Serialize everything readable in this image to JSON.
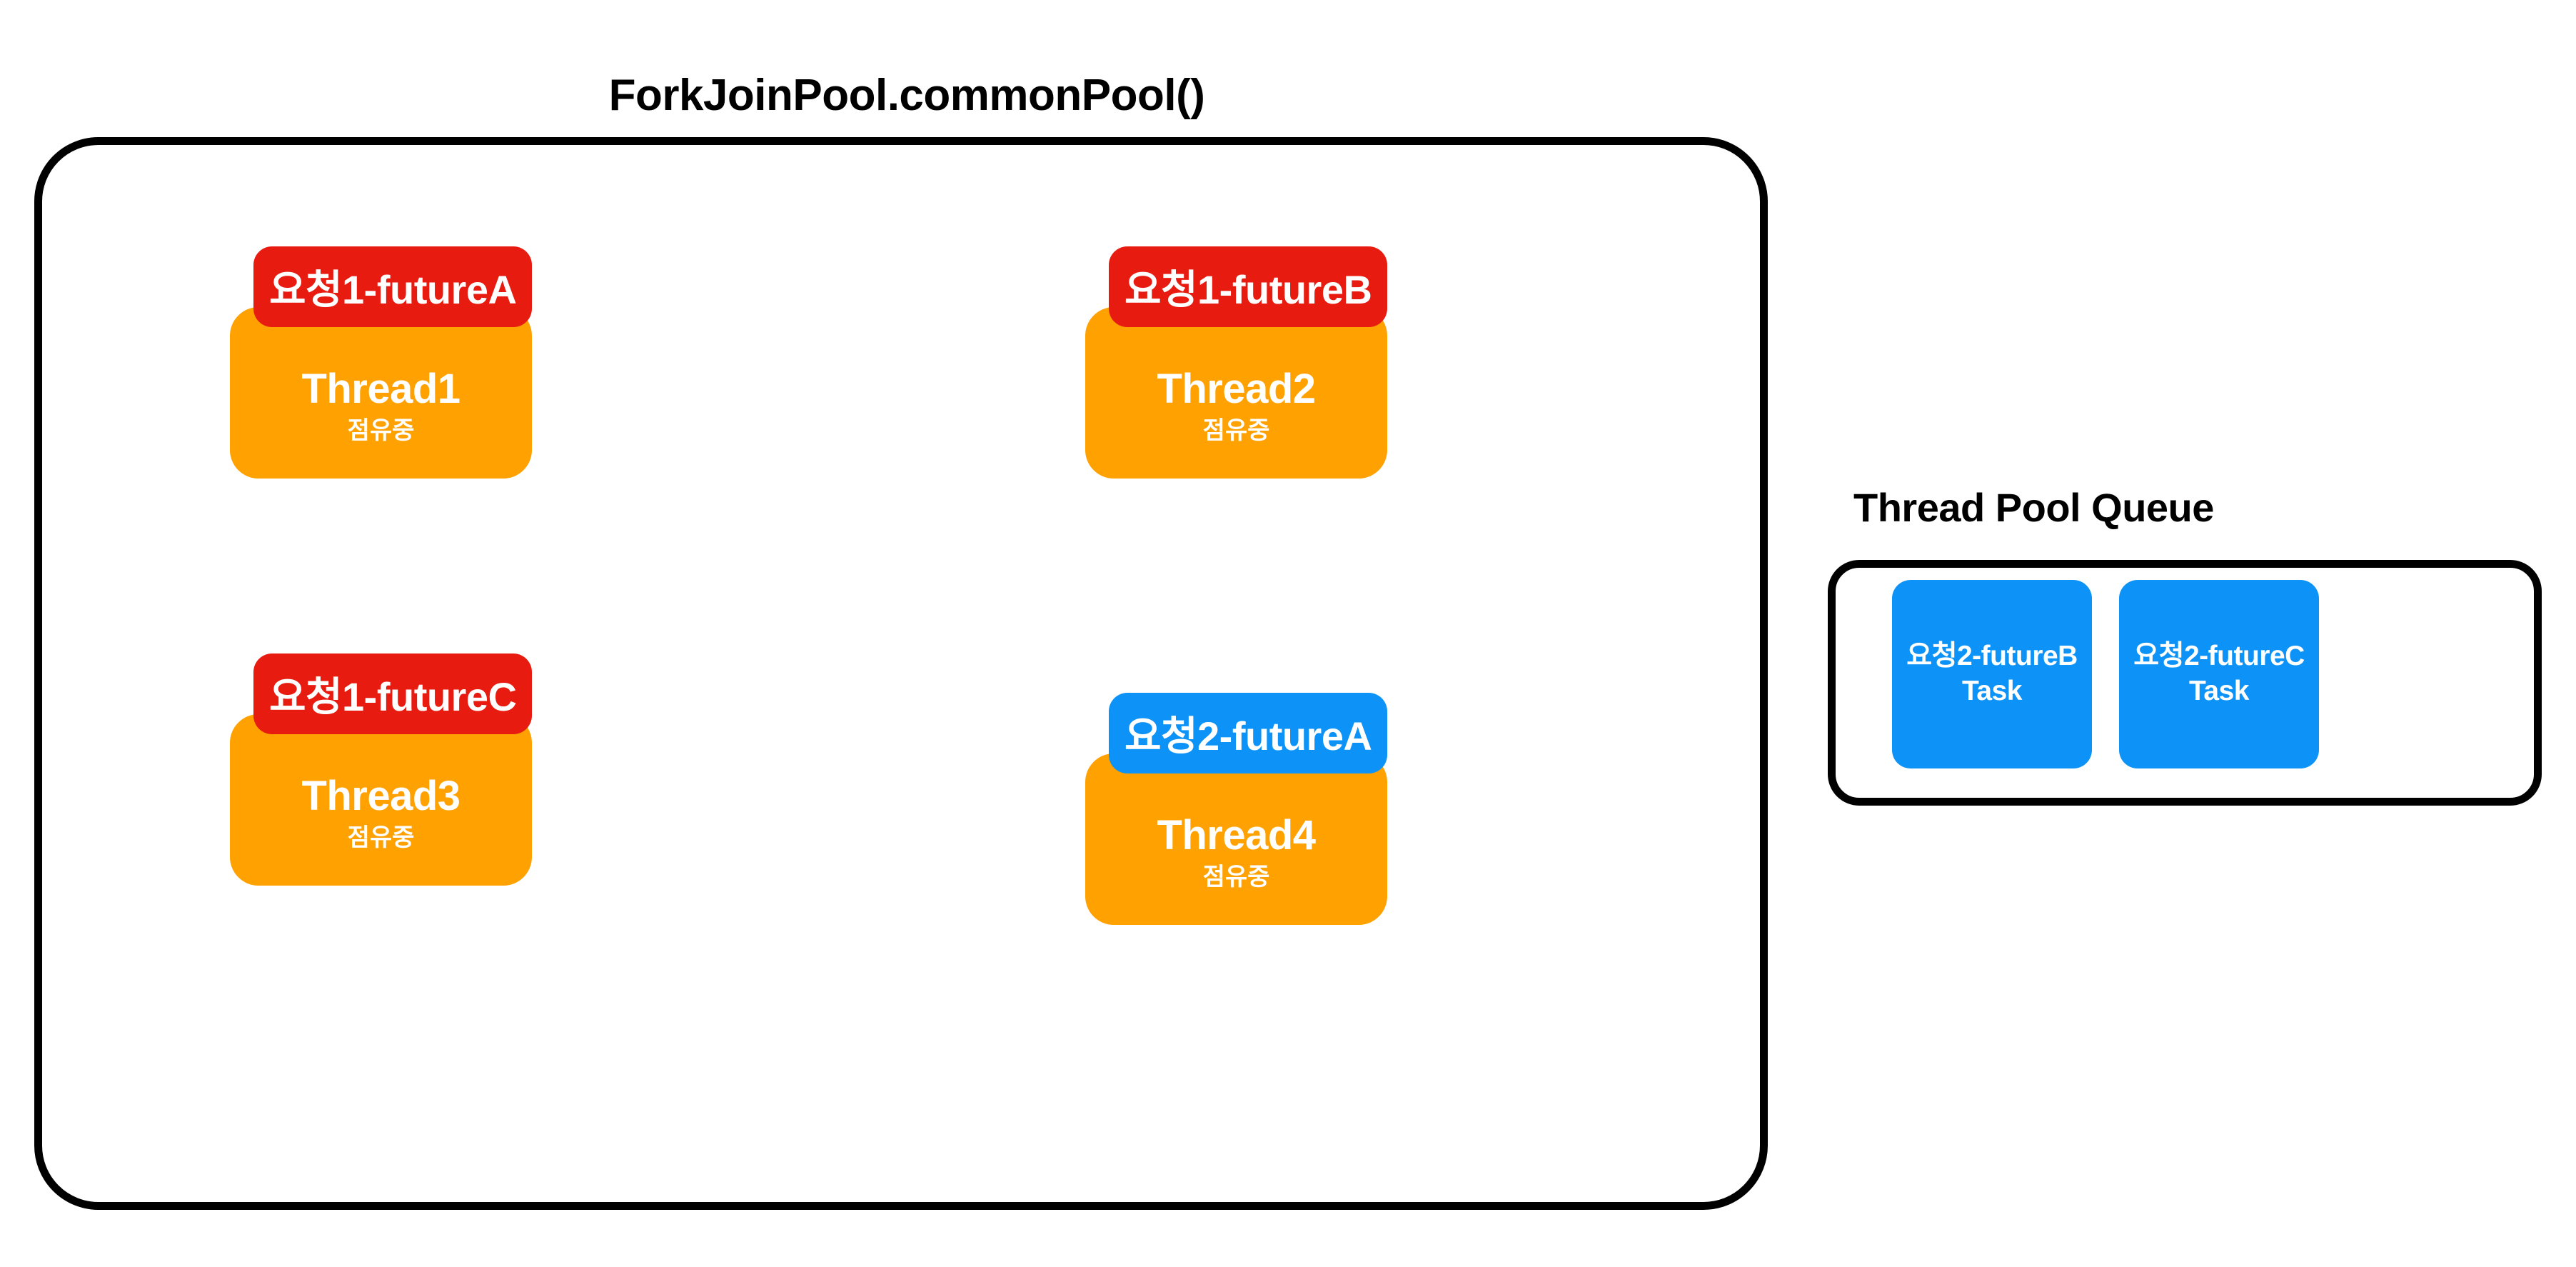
{
  "diagram": {
    "pool": {
      "title": "ForkJoinPool.commonPool()",
      "threads": [
        {
          "badge_label": "요청1-futureA",
          "badge_color": "#E81B11",
          "badge_kind": "red",
          "thread_name": "Thread1",
          "thread_state": "점유중",
          "card_color": "#FFA100"
        },
        {
          "badge_label": "요청1-futureB",
          "badge_color": "#E81B11",
          "badge_kind": "red",
          "thread_name": "Thread2",
          "thread_state": "점유중",
          "card_color": "#FFA100"
        },
        {
          "badge_label": "요청1-futureC",
          "badge_color": "#E81B11",
          "badge_kind": "red",
          "thread_name": "Thread3",
          "thread_state": "점유중",
          "card_color": "#FFA100"
        },
        {
          "badge_label": "요청2-futureA",
          "badge_color": "#0d93f7",
          "badge_kind": "blue",
          "thread_name": "Thread4",
          "thread_state": "점유중",
          "card_color": "#FFA100"
        }
      ]
    },
    "queue": {
      "title": "Thread Pool Queue",
      "tasks": [
        {
          "name": "요청2-futureB",
          "type": "Task",
          "color": "#0d93f7"
        },
        {
          "name": "요청2-futureC",
          "type": "Task",
          "color": "#0d93f7"
        }
      ]
    },
    "colors": {
      "background": "#ffffff",
      "outline": "#000000",
      "thread_orange": "#FFA100",
      "request1_red": "#E81B11",
      "request2_blue": "#0d93f7",
      "text_on_fill": "#ffffff",
      "text_dark": "#000000"
    }
  }
}
